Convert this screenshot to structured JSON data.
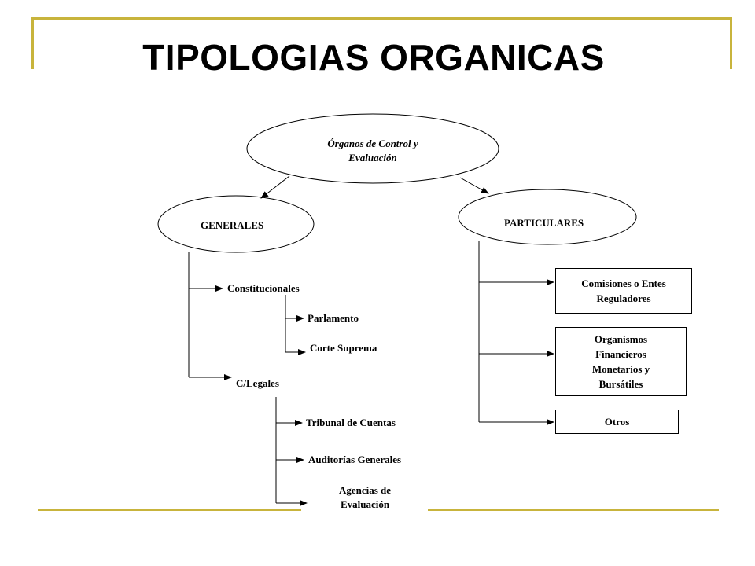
{
  "slide": {
    "title": "TIPOLOGIAS ORGANICAS",
    "accent_color": "#c8b43c"
  },
  "root": {
    "line1": "Órganos de Control y",
    "line2": "Evaluación"
  },
  "generales": {
    "label": "GENERALES",
    "constitucionales": {
      "label": "Constitucionales",
      "children": [
        "Parlamento",
        "Corte Suprema"
      ]
    },
    "legales": {
      "label": "C/Legales",
      "children": [
        "Tribunal de Cuentas",
        "Auditorías Generales"
      ],
      "agencias_line1": "Agencias de",
      "agencias_line2": "Evaluación"
    }
  },
  "particulares": {
    "label": "PARTICULARES",
    "boxes": [
      {
        "line1": "Comisiones o Entes",
        "line2": "Reguladores"
      },
      {
        "line1": "Organismos",
        "line2": "Financieros",
        "line3": "Monetarios y",
        "line4": "Bursátiles"
      },
      {
        "line1": "Otros"
      }
    ]
  }
}
